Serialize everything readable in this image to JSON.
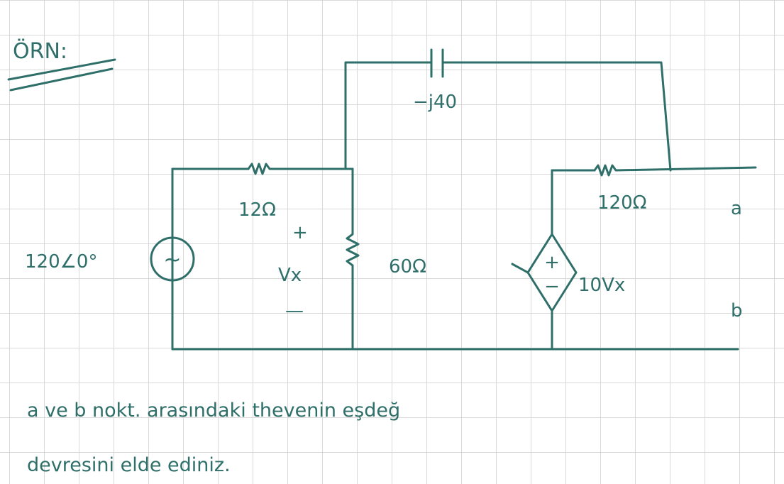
{
  "header": {
    "title": "ÖRN:"
  },
  "circuit": {
    "source_label": "120∠0°",
    "source_symbol": "~",
    "r1_label": "12Ω",
    "r2_label": "60Ω",
    "r3_label": "120Ω",
    "capacitor_label": "−j40",
    "vx_label": "Vx",
    "vx_plus": "+",
    "vx_minus": "—",
    "dep_source_label": "10Vx",
    "dep_plus": "+",
    "dep_minus": "−",
    "terminal_a": "a",
    "terminal_b": "b"
  },
  "notes": {
    "line1": "a ve b nokt. arasındaki thevenin eşdeğ",
    "line2": "devresini elde ediniz."
  },
  "colors": {
    "ink": "#2f6f6a",
    "grid": "#d9d9d9"
  }
}
